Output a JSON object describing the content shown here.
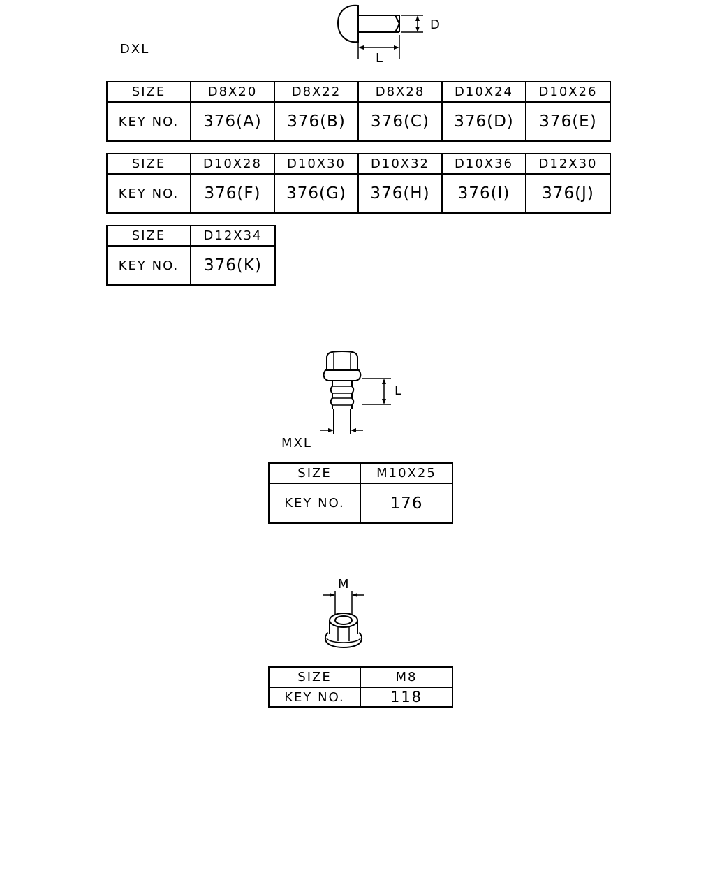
{
  "rivet": {
    "label": "DXL",
    "dim_d": "D",
    "dim_l": "L",
    "header_label": "SIZE",
    "row_label": "KEY NO.",
    "tables": [
      {
        "sizes": [
          "D8X20",
          "D8X22",
          "D8X28",
          "D10X24",
          "D10X26"
        ],
        "keys": [
          "376(A)",
          "376(B)",
          "376(C)",
          "376(D)",
          "376(E)"
        ]
      },
      {
        "sizes": [
          "D10X28",
          "D10X30",
          "D10X32",
          "D10X36",
          "D12X30"
        ],
        "keys": [
          "376(F)",
          "376(G)",
          "376(H)",
          "376(I)",
          "376(J)"
        ]
      },
      {
        "sizes": [
          "D12X34"
        ],
        "keys": [
          "376(K)"
        ]
      }
    ]
  },
  "bolt": {
    "label": "MXL",
    "dim_l": "L",
    "header_label": "SIZE",
    "row_label": "KEY NO.",
    "size": "M10X25",
    "key": "176"
  },
  "nut": {
    "dim_m": "M",
    "header_label": "SIZE",
    "row_label": "KEY NO.",
    "size": "M8",
    "key": "118"
  }
}
